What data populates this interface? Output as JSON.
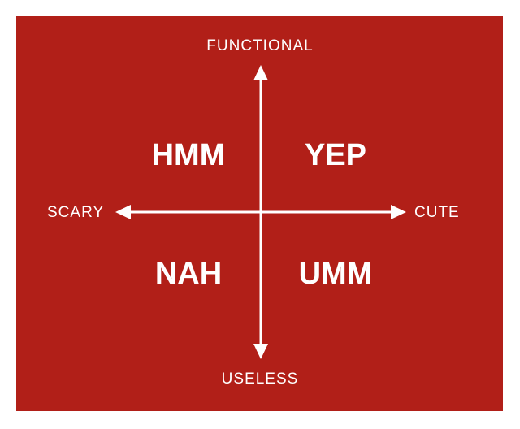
{
  "axes": {
    "top": "FUNCTIONAL",
    "bottom": "USELESS",
    "left": "SCARY",
    "right": "CUTE"
  },
  "quadrants": {
    "top_left": "HMM",
    "top_right": "YEP",
    "bottom_left": "NAH",
    "bottom_right": "UMM"
  },
  "colors": {
    "background": "#b11f18",
    "foreground": "#ffffff"
  }
}
